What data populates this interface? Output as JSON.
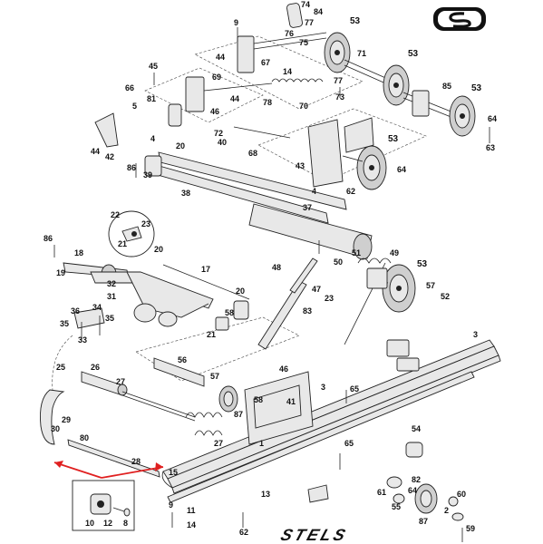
{
  "brand": {
    "logo_letter": "S",
    "wordmark": "STELS"
  },
  "callout_color": "#e02020",
  "part_labels": [
    {
      "id": "p74",
      "text": "74"
    },
    {
      "id": "p84",
      "text": "84"
    },
    {
      "id": "p9a",
      "text": "9"
    },
    {
      "id": "p53a",
      "text": "53"
    },
    {
      "id": "p77a",
      "text": "77"
    },
    {
      "id": "p76",
      "text": "76"
    },
    {
      "id": "p75",
      "text": "75"
    },
    {
      "id": "p44a",
      "text": "44"
    },
    {
      "id": "p67",
      "text": "67"
    },
    {
      "id": "p71",
      "text": "71"
    },
    {
      "id": "p14a",
      "text": "14"
    },
    {
      "id": "p45a",
      "text": "45"
    },
    {
      "id": "p53b",
      "text": "53"
    },
    {
      "id": "p69",
      "text": "69"
    },
    {
      "id": "p66",
      "text": "66"
    },
    {
      "id": "p81",
      "text": "81"
    },
    {
      "id": "p5a",
      "text": "5"
    },
    {
      "id": "p44b",
      "text": "44"
    },
    {
      "id": "p77b",
      "text": "77"
    },
    {
      "id": "p73",
      "text": "73"
    },
    {
      "id": "p85",
      "text": "85"
    },
    {
      "id": "p78",
      "text": "78"
    },
    {
      "id": "p70",
      "text": "70"
    },
    {
      "id": "p53c",
      "text": "53"
    },
    {
      "id": "p46",
      "text": "46"
    },
    {
      "id": "p4a",
      "text": "4"
    },
    {
      "id": "p72",
      "text": "72"
    },
    {
      "id": "p64a",
      "text": "64"
    },
    {
      "id": "p63",
      "text": "63"
    },
    {
      "id": "p44c",
      "text": "44"
    },
    {
      "id": "p42",
      "text": "42"
    },
    {
      "id": "p68",
      "text": "68"
    },
    {
      "id": "p53d",
      "text": "53"
    },
    {
      "id": "p20a",
      "text": "20"
    },
    {
      "id": "p40",
      "text": "40"
    },
    {
      "id": "p86a",
      "text": "86"
    },
    {
      "id": "p39",
      "text": "39"
    },
    {
      "id": "p43",
      "text": "43"
    },
    {
      "id": "p64b",
      "text": "64"
    },
    {
      "id": "p62a",
      "text": "62"
    },
    {
      "id": "p4b",
      "text": "4"
    },
    {
      "id": "p38",
      "text": "38"
    },
    {
      "id": "p37",
      "text": "37"
    },
    {
      "id": "p22",
      "text": "22"
    },
    {
      "id": "p23",
      "text": "23"
    },
    {
      "id": "p21a",
      "text": "21"
    },
    {
      "id": "p20b",
      "text": "20"
    },
    {
      "id": "p86b",
      "text": "86"
    },
    {
      "id": "p18",
      "text": "18"
    },
    {
      "id": "p19",
      "text": "19"
    },
    {
      "id": "p51",
      "text": "51"
    },
    {
      "id": "p49",
      "text": "49"
    },
    {
      "id": "p48",
      "text": "48"
    },
    {
      "id": "p50",
      "text": "50"
    },
    {
      "id": "p53e",
      "text": "53"
    },
    {
      "id": "p17",
      "text": "17"
    },
    {
      "id": "p57",
      "text": "57"
    },
    {
      "id": "p52",
      "text": "52"
    },
    {
      "id": "p47",
      "text": "47"
    },
    {
      "id": "p23b",
      "text": "23"
    },
    {
      "id": "p32",
      "text": "32"
    },
    {
      "id": "p36",
      "text": "36"
    },
    {
      "id": "p34",
      "text": "34"
    },
    {
      "id": "p31",
      "text": "31"
    },
    {
      "id": "p20c",
      "text": "20"
    },
    {
      "id": "p58",
      "text": "58"
    },
    {
      "id": "p35a",
      "text": "35"
    },
    {
      "id": "p35b",
      "text": "35"
    },
    {
      "id": "p33",
      "text": "33"
    },
    {
      "id": "p83",
      "text": "83"
    },
    {
      "id": "p21b",
      "text": "21"
    },
    {
      "id": "p3a",
      "text": "3"
    },
    {
      "id": "p56",
      "text": "56"
    },
    {
      "id": "p25",
      "text": "25"
    },
    {
      "id": "p26",
      "text": "26"
    },
    {
      "id": "p57b",
      "text": "57"
    },
    {
      "id": "p46b",
      "text": "46"
    },
    {
      "id": "p27a",
      "text": "27"
    },
    {
      "id": "p41",
      "text": "41"
    },
    {
      "id": "p3b",
      "text": "3"
    },
    {
      "id": "p65a",
      "text": "65"
    },
    {
      "id": "p87a",
      "text": "87"
    },
    {
      "id": "p58b",
      "text": "58"
    },
    {
      "id": "p29",
      "text": "29"
    },
    {
      "id": "p30",
      "text": "30"
    },
    {
      "id": "p80",
      "text": "80"
    },
    {
      "id": "p27b",
      "text": "27"
    },
    {
      "id": "p1",
      "text": "1"
    },
    {
      "id": "p65b",
      "text": "65"
    },
    {
      "id": "p28",
      "text": "28"
    },
    {
      "id": "p15",
      "text": "15"
    },
    {
      "id": "p13",
      "text": "13"
    },
    {
      "id": "p82",
      "text": "82"
    },
    {
      "id": "p61",
      "text": "61"
    },
    {
      "id": "p64c",
      "text": "64"
    },
    {
      "id": "p55",
      "text": "55"
    },
    {
      "id": "p60",
      "text": "60"
    },
    {
      "id": "p9b",
      "text": "9"
    },
    {
      "id": "p11",
      "text": "11"
    },
    {
      "id": "p14b",
      "text": "14"
    },
    {
      "id": "p62b",
      "text": "62"
    },
    {
      "id": "p59",
      "text": "59"
    },
    {
      "id": "p87b",
      "text": "87"
    },
    {
      "id": "p10",
      "text": "10"
    },
    {
      "id": "p12",
      "text": "12"
    },
    {
      "id": "p8",
      "text": "8"
    },
    {
      "id": "p2",
      "text": "2"
    },
    {
      "id": "p54",
      "text": "54"
    }
  ]
}
